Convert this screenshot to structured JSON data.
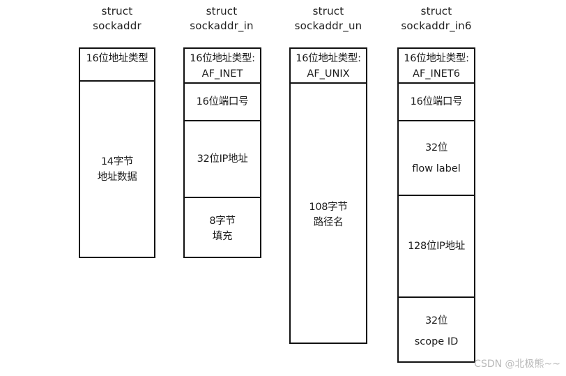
{
  "diagram": {
    "title_prefix": "struct",
    "watermark": "CSDN @北极熊~~",
    "columns": [
      {
        "id": "sockaddr",
        "title": "struct\nsockaddr",
        "cells": [
          {
            "id": "family",
            "lines": [
              "16位地址类型"
            ]
          },
          {
            "id": "data",
            "lines": [
              "14字节",
              "地址数据"
            ]
          }
        ]
      },
      {
        "id": "sockaddr_in",
        "title": "struct\nsockaddr_in",
        "cells": [
          {
            "id": "family",
            "lines": [
              "16位地址类型:",
              "AF_INET"
            ]
          },
          {
            "id": "port",
            "lines": [
              "16位端口号"
            ]
          },
          {
            "id": "addr",
            "lines": [
              "32位IP地址"
            ]
          },
          {
            "id": "pad",
            "lines": [
              "8字节",
              "填充"
            ]
          }
        ]
      },
      {
        "id": "sockaddr_un",
        "title": "struct\nsockaddr_un",
        "cells": [
          {
            "id": "family",
            "lines": [
              "16位地址类型:",
              "AF_UNIX"
            ]
          },
          {
            "id": "path",
            "lines": [
              "108字节",
              "路径名"
            ]
          }
        ]
      },
      {
        "id": "sockaddr_in6",
        "title": "struct\nsockaddr_in6",
        "cells": [
          {
            "id": "family",
            "lines": [
              "16位地址类型:",
              "AF_INET6"
            ]
          },
          {
            "id": "port",
            "lines": [
              "16位端口号"
            ]
          },
          {
            "id": "flowlabel",
            "lines": [
              "32位",
              "flow label"
            ]
          },
          {
            "id": "addr",
            "lines": [
              "128位IP地址"
            ]
          },
          {
            "id": "scopeid",
            "lines": [
              "32位",
              "scope ID"
            ]
          }
        ]
      }
    ]
  }
}
